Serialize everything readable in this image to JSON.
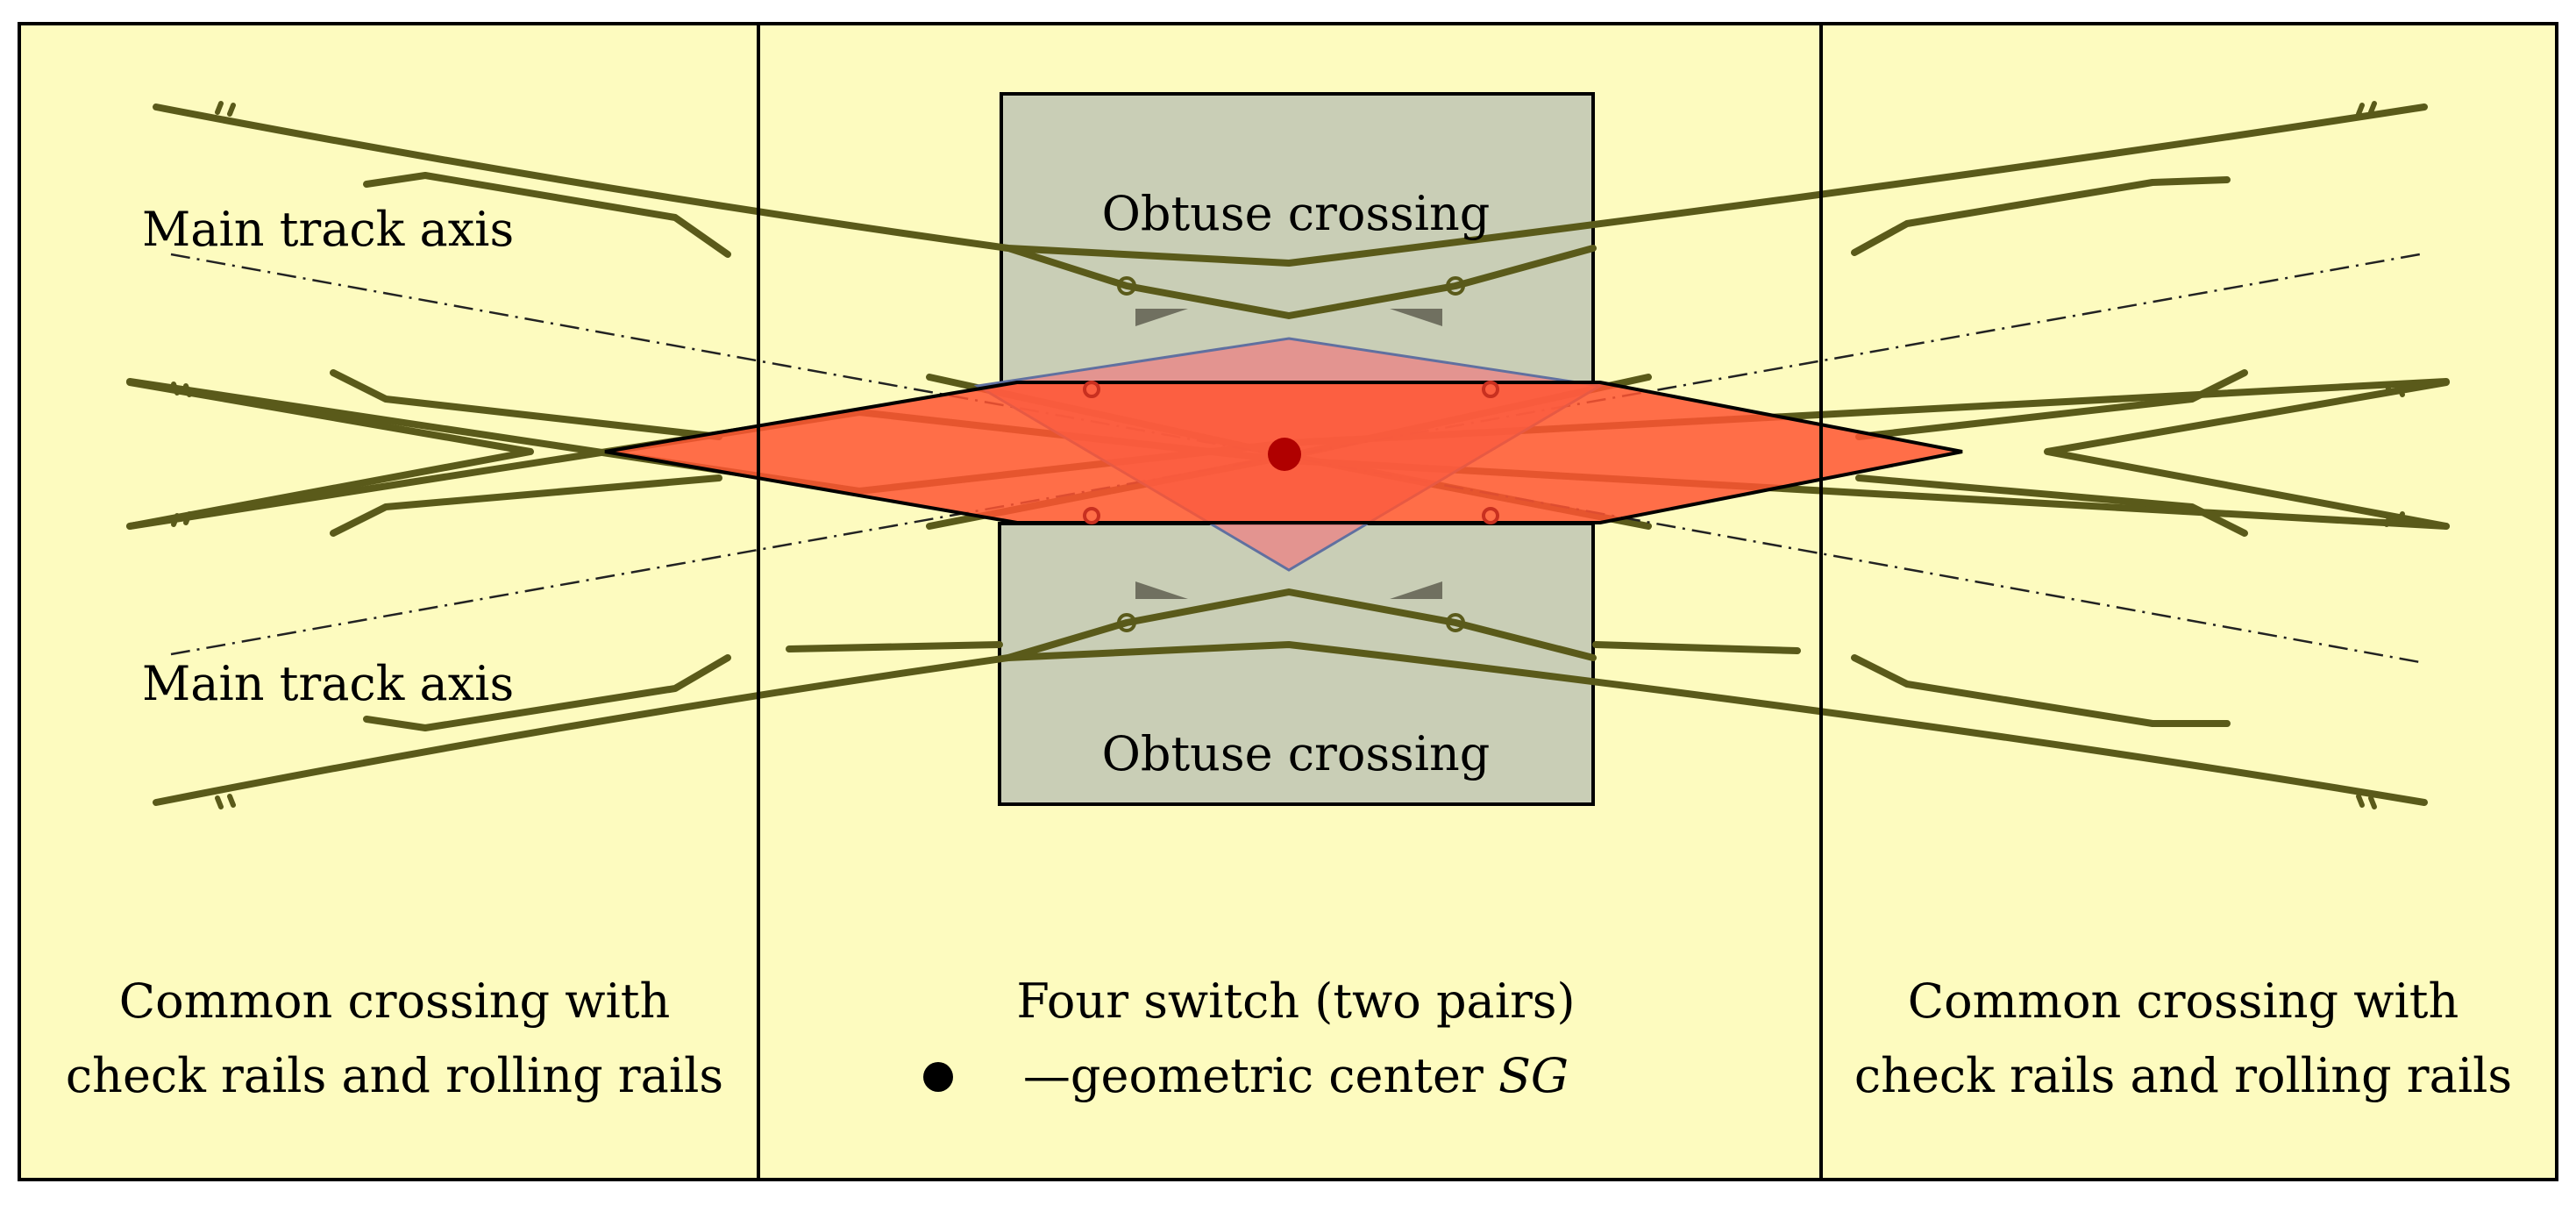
{
  "labels": {
    "main_axis_top": "Main track axis",
    "main_axis_bottom": "Main track axis",
    "obtuse_top": "Obtuse crossing",
    "obtuse_bottom": "Obtuse crossing",
    "left_panel_line1": "Common crossing with",
    "left_panel_line2": "check rails and rolling rails",
    "center_panel_line1": "Four switch (two pairs)",
    "center_panel_line2_prefix": "—geometric center ",
    "center_panel_line2_italic": "SG",
    "right_panel_line1": "Common crossing with",
    "right_panel_line2": "check rails and rolling rails"
  },
  "colors": {
    "background": "#fdfbbf",
    "obtuse_box": "#c9ceb6",
    "rail": "#5a5a1a",
    "rhombus_main": "#ff5533",
    "rhombus_light": "#e88a8a",
    "center_dot": "#b00000",
    "legend_dot": "#000000"
  },
  "icons": {
    "legend_marker": "filled-circle-icon",
    "center_marker": "geometric-center-dot-icon"
  }
}
